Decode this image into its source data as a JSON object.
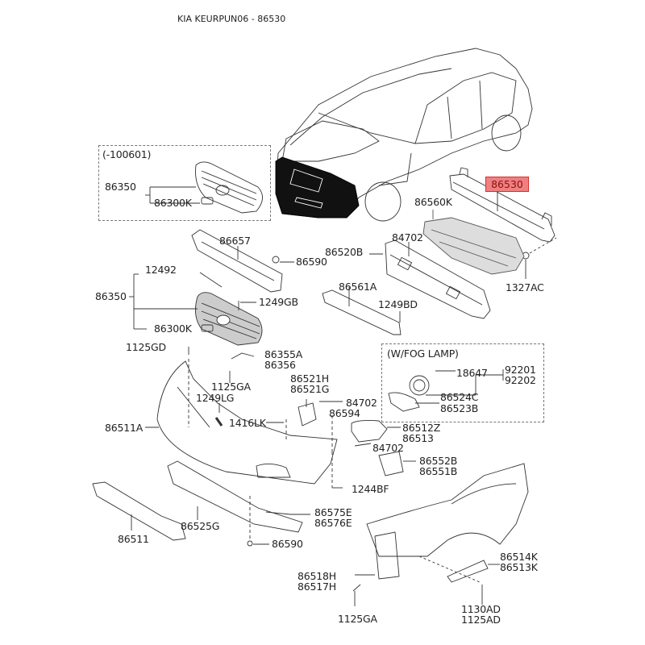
{
  "title": "KIA KEURPUN06 - 86530",
  "highlight": {
    "part": "86530",
    "fill": "#f08080",
    "border": "#d43030",
    "text_color": "#8a1010"
  },
  "boxes": {
    "grille_early": {
      "caption": "(-100601)"
    },
    "fog_lamp": {
      "caption": "(W/FOG LAMP)"
    }
  },
  "labels": {
    "l86350a": "86350",
    "l86300ka": "86300K",
    "l86560k": "86560K",
    "l1327ac": "1327AC",
    "l86657": "86657",
    "l86590a": "86590",
    "l12492": "12492",
    "l86350b": "86350",
    "l1249gb": "1249GB",
    "l86300kb": "86300K",
    "l1125gd": "1125GD",
    "l86520b": "86520B",
    "l84702a": "84702",
    "l86561a": "86561A",
    "l1249bd": "1249BD",
    "l18647": "18647",
    "l92201": "92201",
    "l92202": "92202",
    "l86524c": "86524C",
    "l86523b": "86523B",
    "l86355a": "86355A",
    "l86356": "86356",
    "l1125gaa": "1125GA",
    "l1249lg": "1249LG",
    "l86521h": "86521H",
    "l86521g": "86521G",
    "l84702b": "84702",
    "l86594": "86594",
    "l1416lk": "1416LK",
    "l86511a": "86511A",
    "l86512z": "86512Z",
    "l86513": "86513",
    "l84702c": "84702",
    "l86552b": "86552B",
    "l86551b": "86551B",
    "l1244bf": "1244BF",
    "l86575e": "86575E",
    "l86576e": "86576E",
    "l86590b": "86590",
    "l86511": "86511",
    "l86525g": "86525G",
    "l86514k": "86514K",
    "l86513k": "86513K",
    "l86518h": "86518H",
    "l86517h": "86517H",
    "l1125gab": "1125GA",
    "l1130ad": "1130AD",
    "l1125ad": "1125AD"
  }
}
